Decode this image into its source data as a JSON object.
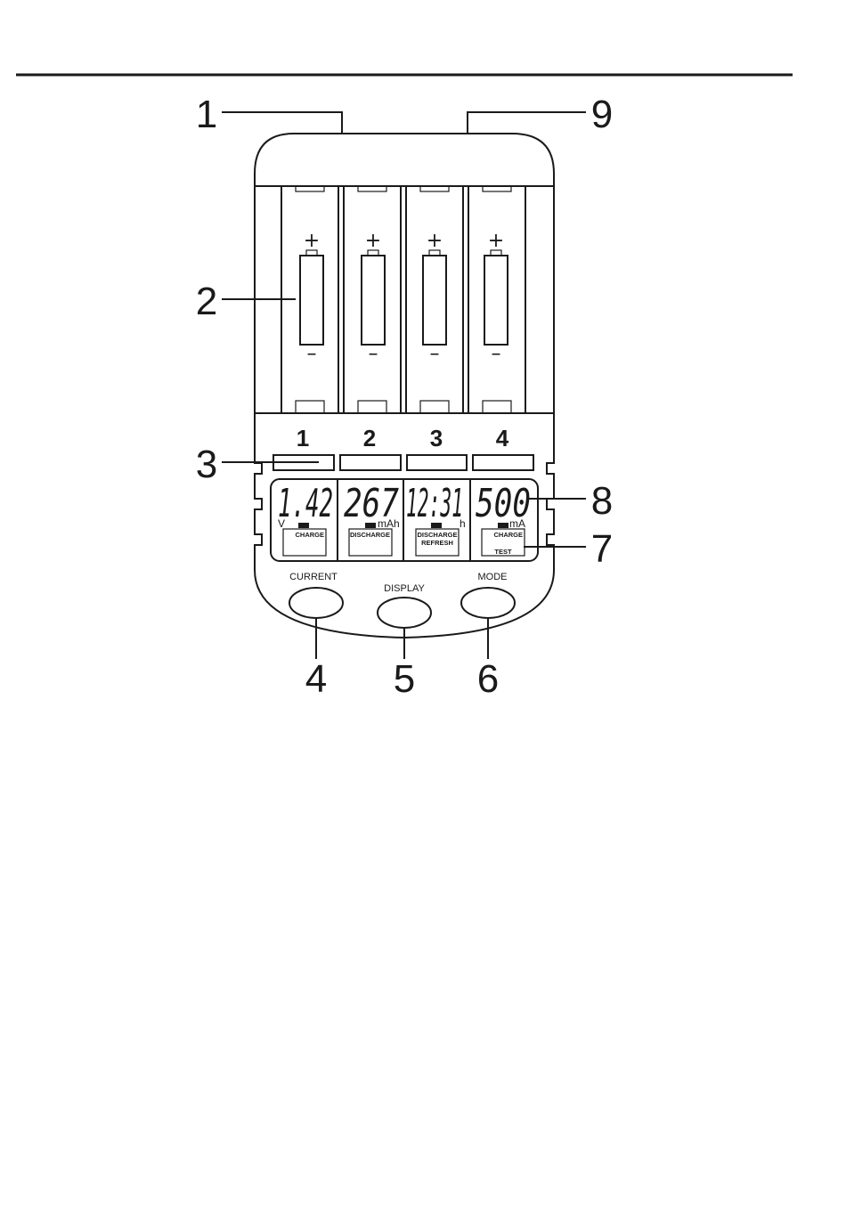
{
  "callouts": [
    "1",
    "2",
    "3",
    "4",
    "5",
    "6",
    "7",
    "8",
    "9"
  ],
  "polarity": {
    "plus": "+",
    "minus": "–"
  },
  "slots": [
    {
      "number": "1",
      "reading": "1.42",
      "unit": "V",
      "status_top": "CHARGE",
      "status_bottom": ""
    },
    {
      "number": "2",
      "reading": "267",
      "unit": "mAh",
      "status_top": "DISCHARGE",
      "status_bottom": ""
    },
    {
      "number": "3",
      "reading": "12:31",
      "unit": "h",
      "status_top": "DISCHARGE",
      "status_bottom": "REFRESH"
    },
    {
      "number": "4",
      "reading": "500",
      "unit": "mA",
      "status_top": "CHARGE",
      "status_bottom": "TEST"
    }
  ],
  "buttons": {
    "current": "CURRENT",
    "display": "DISPLAY",
    "mode": "MODE"
  }
}
